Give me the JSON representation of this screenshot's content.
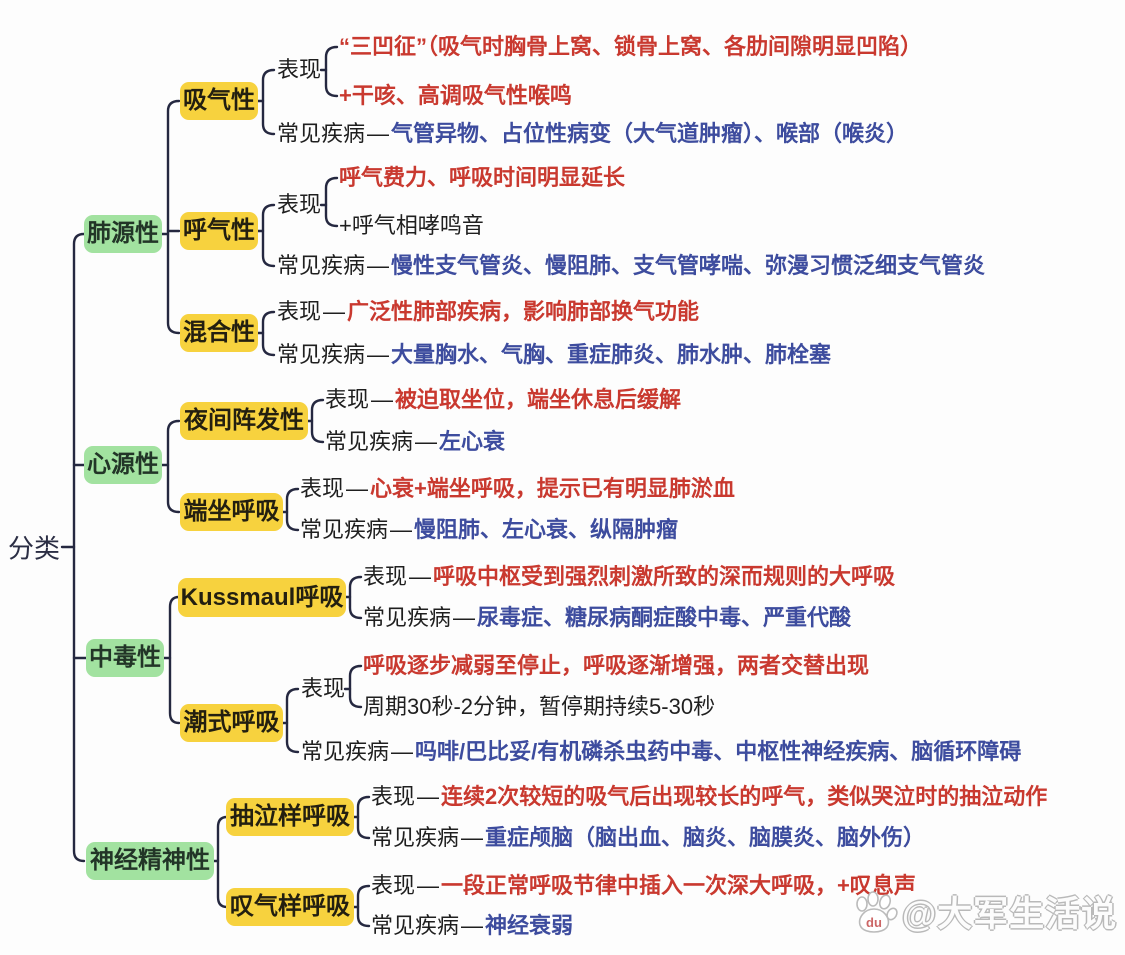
{
  "root": {
    "label": "分类"
  },
  "labels": {
    "manifestation": "表现",
    "diseases": "常见疾病",
    "dash": "—"
  },
  "colors": {
    "branch_green": "#a2e2a0",
    "topic_yellow": "#f7d23e",
    "red_text": "#c9392f",
    "blue_text": "#3d4c9e",
    "line": "#252840",
    "black_text": "#1f1f1f"
  },
  "branches": [
    {
      "label": "肺源性",
      "children": [
        {
          "label": "吸气性",
          "manifestation": {
            "lines": [
              {
                "text": "“三凹征”（吸气时胸骨上窝、锁骨上窝、各肋间隙明显凹陷）"
              },
              {
                "text": "+干咳、高调吸气性喉鸣"
              }
            ]
          },
          "diseases": "气管异物、占位性病变（大气道肿瘤）、喉部（喉炎）"
        },
        {
          "label": "呼气性",
          "manifestation": {
            "lines": [
              {
                "text": "呼气费力、呼吸时间明显延长"
              },
              {
                "text": "+呼气相哮鸣音"
              }
            ]
          },
          "diseases": "慢性支气管炎、慢阻肺、支气管哮喘、弥漫习惯泛细支气管炎"
        },
        {
          "label": "混合性",
          "manifestation": {
            "text": "广泛性肺部疾病，影响肺部换气功能"
          },
          "diseases": "大量胸水、气胸、重症肺炎、肺水肿、肺栓塞"
        }
      ]
    },
    {
      "label": "心源性",
      "children": [
        {
          "label": "夜间阵发性",
          "manifestation": {
            "text": "被迫取坐位，端坐休息后缓解"
          },
          "diseases": "左心衰"
        },
        {
          "label": "端坐呼吸",
          "manifestation": {
            "text": "心衰+端坐呼吸，提示已有明显肺淤血"
          },
          "diseases": "慢阻肺、左心衰、纵隔肿瘤"
        }
      ]
    },
    {
      "label": "中毒性",
      "children": [
        {
          "label": "Kussmaul呼吸",
          "manifestation": {
            "text": "呼吸中枢受到强烈刺激所致的深而规则的大呼吸"
          },
          "diseases": "尿毒症、糖尿病酮症酸中毒、严重代酸"
        },
        {
          "label": "潮式呼吸",
          "manifestation": {
            "lines": [
              {
                "text": "呼吸逐步减弱至停止，呼吸逐渐增强，两者交替出现"
              },
              {
                "text": "周期30秒-2分钟，暂停期持续5-30秒"
              }
            ]
          },
          "diseases": "吗啡/巴比妥/有机磷杀虫药中毒、中枢性神经疾病、脑循环障碍"
        }
      ]
    },
    {
      "label": "神经精神性",
      "children": [
        {
          "label": "抽泣样呼吸",
          "manifestation": {
            "text": "连续2次较短的吸气后出现较长的呼气，类似哭泣时的抽泣动作"
          },
          "diseases": "重症颅脑（脑出血、脑炎、脑膜炎、脑外伤）"
        },
        {
          "label": "叹气样呼吸",
          "manifestation": {
            "text": "一段正常呼吸节律中插入一次深大呼吸，+叹息声"
          },
          "diseases": "神经衰弱"
        }
      ]
    }
  ],
  "watermark": {
    "handle": "@大军生活说",
    "icon_label": "du"
  }
}
